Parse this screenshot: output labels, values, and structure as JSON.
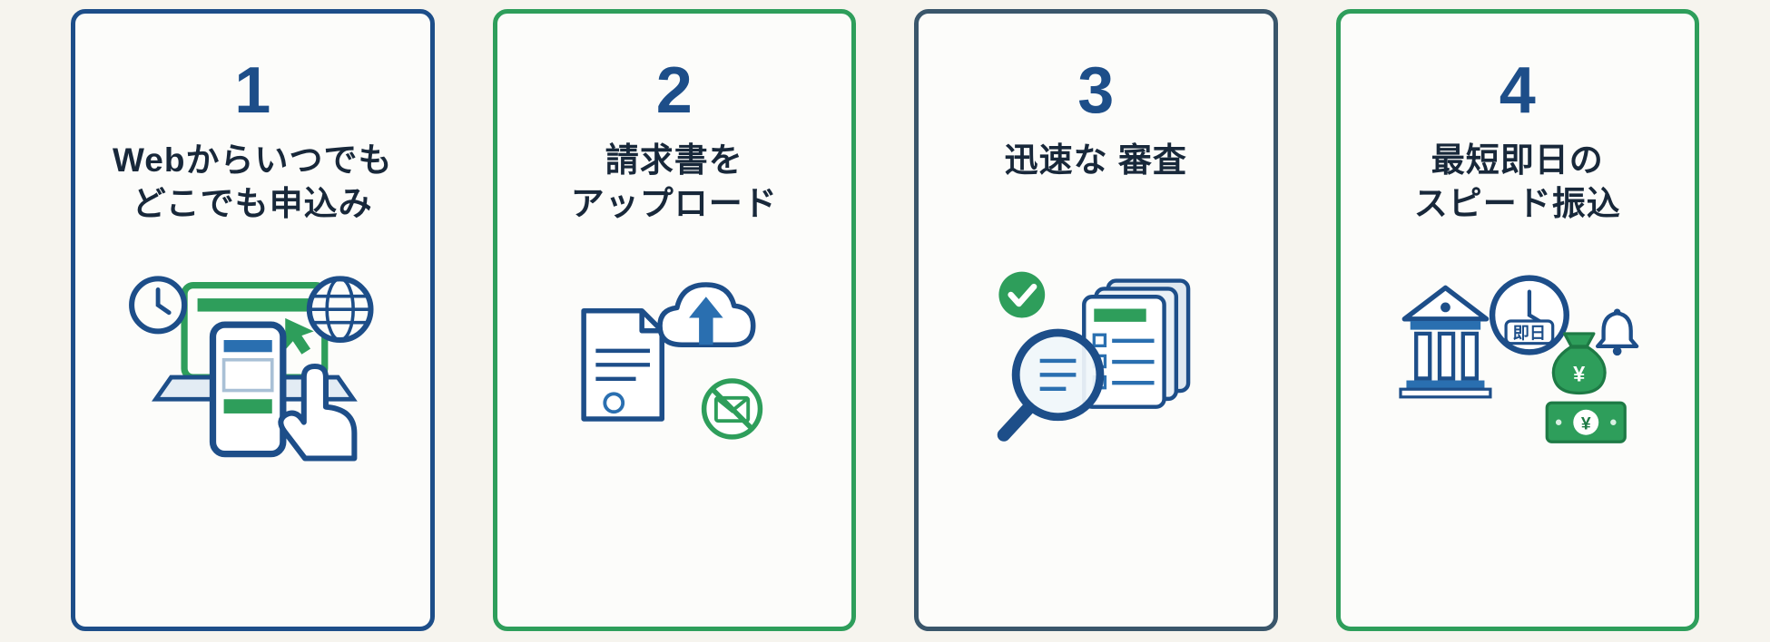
{
  "page": {
    "background_color": "#f6f4ee",
    "card_background_color": "#fcfcfa",
    "number_color": "#1d4e89",
    "title_color": "#18283a"
  },
  "labels": {
    "same_day": "即日",
    "yen": "¥"
  },
  "steps": [
    {
      "number": "1",
      "title_line1": "Webからいつでも",
      "title_line2": "どこでも申込み",
      "border_color": "#1d4e89",
      "icon": "web-apply-icon"
    },
    {
      "number": "2",
      "title_line1": "請求書を",
      "title_line2": "アップロード",
      "border_color": "#2e9e5b",
      "icon": "invoice-upload-icon"
    },
    {
      "number": "3",
      "title_line1": "迅速な 審査",
      "title_line2": "",
      "border_color": "#3a566b",
      "icon": "screening-icon"
    },
    {
      "number": "4",
      "title_line1": "最短即日の",
      "title_line2": "スピード振込",
      "border_color": "#2e9e5b",
      "icon": "speed-transfer-icon"
    }
  ]
}
